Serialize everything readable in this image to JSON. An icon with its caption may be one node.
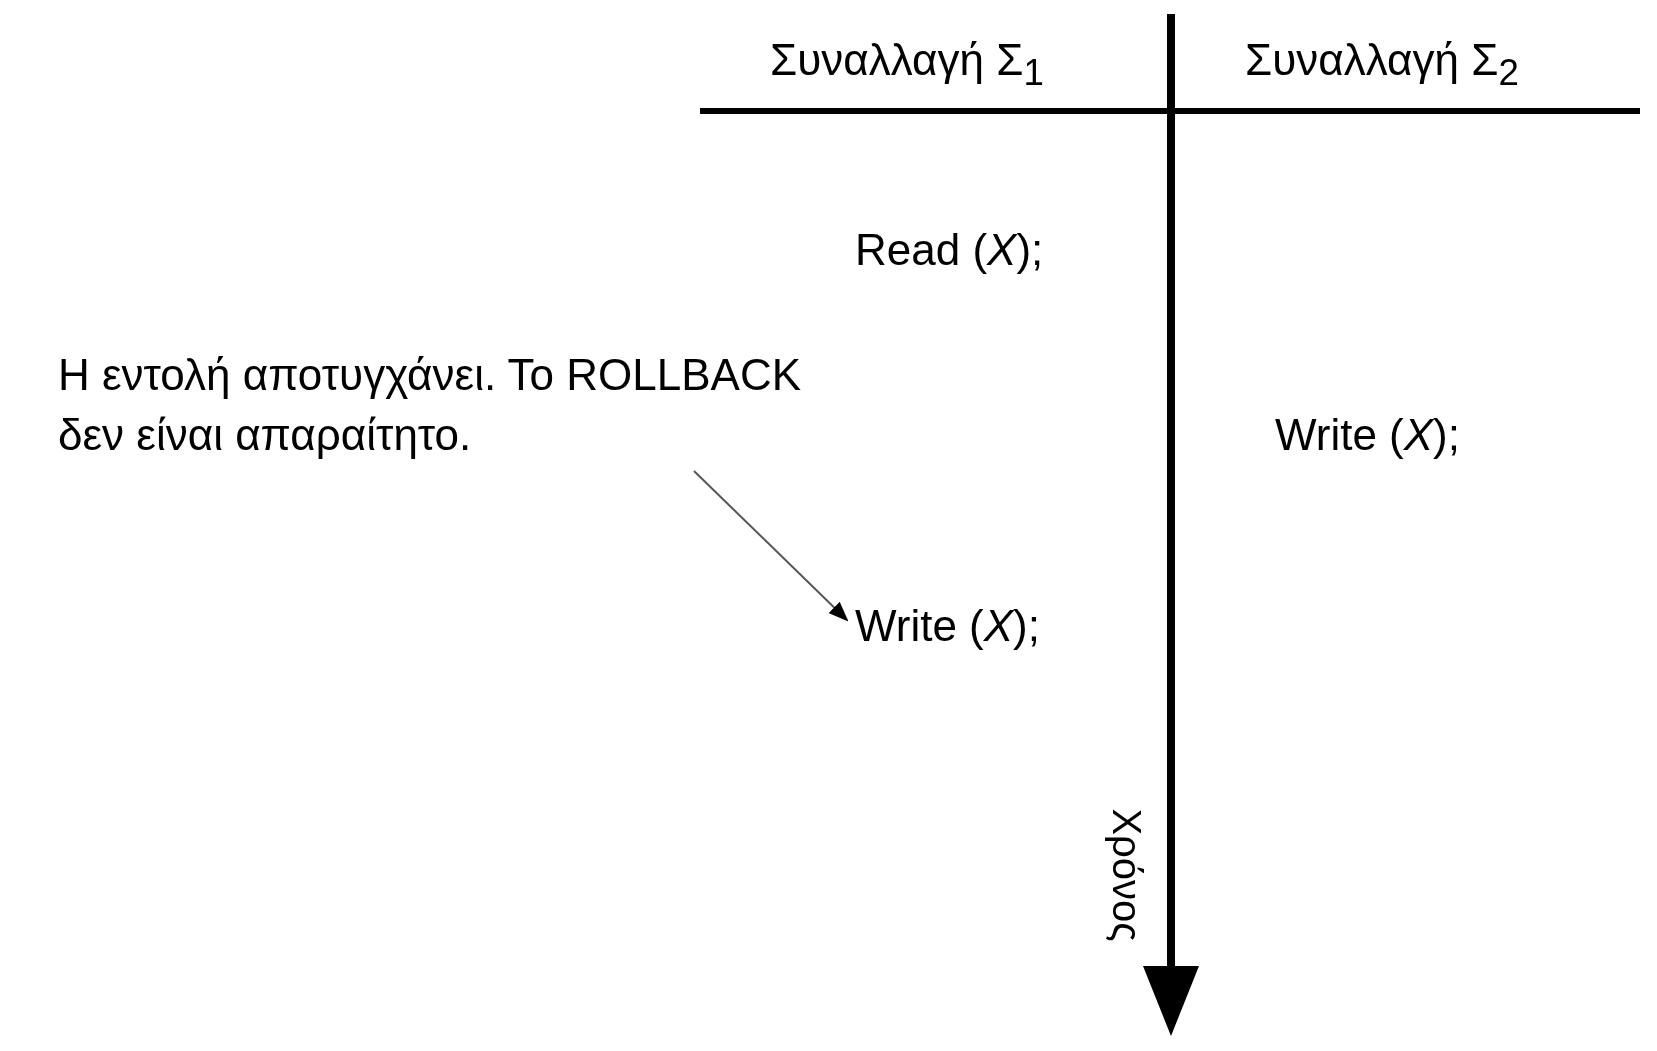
{
  "diagram": {
    "nodes": [
      {
        "text": [
          "Η εντολή αποτυγχάνει. Το ROLLBACK δεν είναι απαραίτητο."
        ]
      },
      {
        "text": [
          "Write (*X*);"
        ]
      }
    ],
    "edges": [
      {
        "from": 0,
        "to": 1,
        "arrow": "to"
      }
    ],
    "labels": [
      "Συναλλαγή Σ$_{1}$",
      "Συναλλαγή Σ$_{2}$",
      "Read (*X*);",
      "Write (*X*);",
      "Χρόνος"
    ]
  }
}
